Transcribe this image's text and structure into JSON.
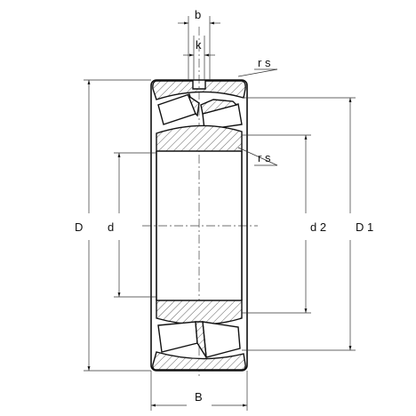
{
  "labels": {
    "b": "b",
    "k": "k",
    "rs_outer": "r s",
    "rs_inner": "r s",
    "D": "D",
    "d": "d",
    "d2": "d 2",
    "D1": "D 1",
    "B": "B"
  }
}
